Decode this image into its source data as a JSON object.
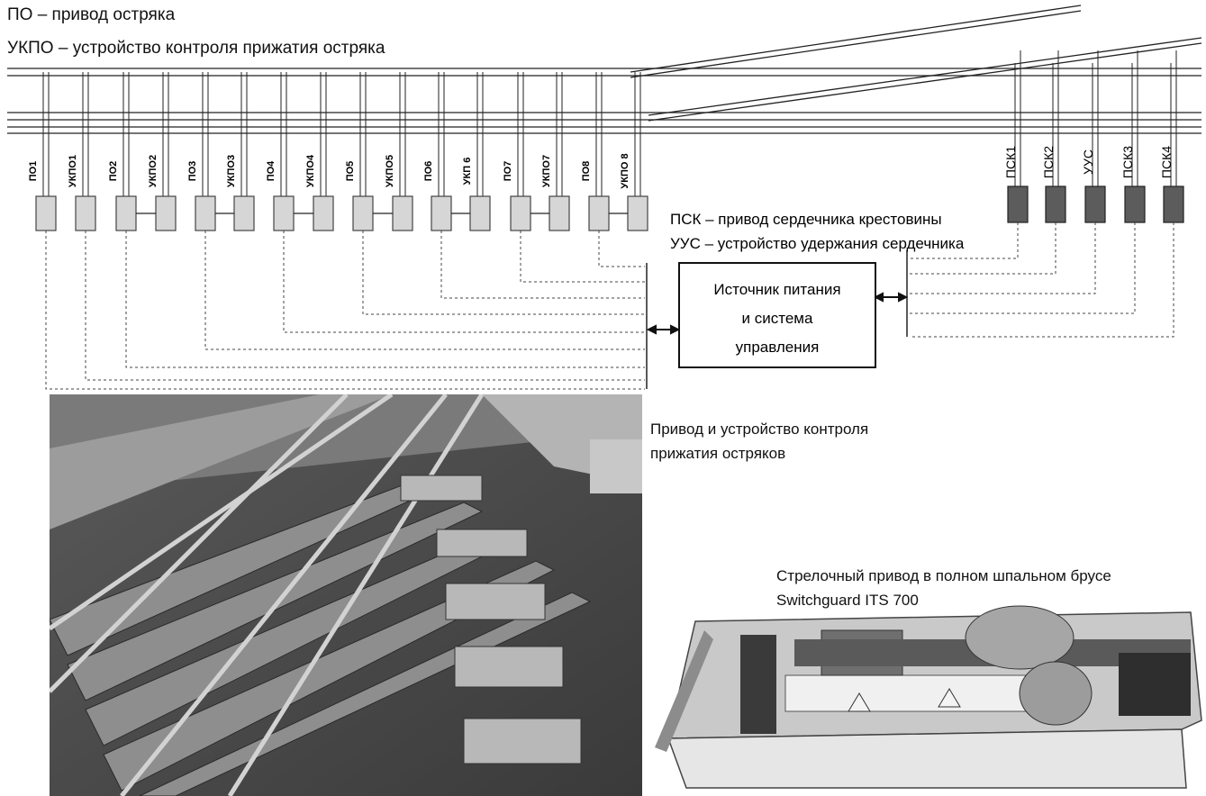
{
  "legend": {
    "po": "ПО – привод остряка",
    "ukpo": "УКПО – устройство контроля прижатия остряка",
    "psk": "ПСК – привод сердечника крестовины",
    "uus": "УУС – устройство удержания сердечника"
  },
  "control_box": {
    "line1": "Источник питания",
    "line2": "и система",
    "line3": "управления"
  },
  "point_devices": [
    {
      "label": "ПО1"
    },
    {
      "label": "УКПО1"
    },
    {
      "label": "ПО2"
    },
    {
      "label": "УКПО2"
    },
    {
      "label": "ПО3"
    },
    {
      "label": "УКПО3"
    },
    {
      "label": "ПО4"
    },
    {
      "label": "УКПО4"
    },
    {
      "label": "ПО5"
    },
    {
      "label": "УКПО5"
    },
    {
      "label": "ПО6"
    },
    {
      "label": "УКП 6"
    },
    {
      "label": "ПО7"
    },
    {
      "label": "УКПО7"
    },
    {
      "label": "ПО8"
    },
    {
      "label": "УКПО 8"
    }
  ],
  "frog_devices": [
    {
      "label": "ПСК1"
    },
    {
      "label": "ПСК2"
    },
    {
      "label": "УУС"
    },
    {
      "label": "ПСК3"
    },
    {
      "label": "ПСК4"
    }
  ],
  "captions": {
    "photo1_line1": "Привод и устройство контроля",
    "photo1_line2": "прижатия остряков",
    "photo2_line1": "Стрелочный привод в полном шпальном брусе",
    "photo2_line2": "Switchguard ITS 700"
  },
  "colors": {
    "left_device_fill": "#d6d6d6",
    "right_device_fill": "#5c5c5c",
    "line": "#222222"
  }
}
